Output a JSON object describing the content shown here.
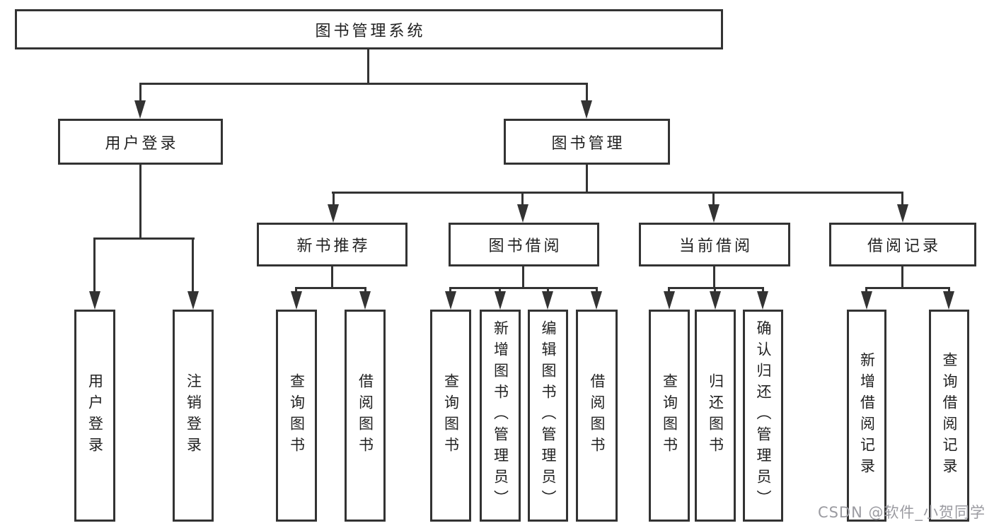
{
  "diagram": {
    "title": "图书管理系统",
    "root": {
      "label": "图书管理系统"
    },
    "level2": [
      {
        "label": "用户登录"
      },
      {
        "label": "图书管理"
      }
    ],
    "level3": [
      {
        "label": "新书推荐"
      },
      {
        "label": "图书借阅"
      },
      {
        "label": "当前借阅"
      },
      {
        "label": "借阅记录"
      }
    ],
    "leaves": {
      "login": [
        {
          "label": "用户登录"
        },
        {
          "label": "注销登录"
        }
      ],
      "new_books": [
        {
          "label": "查询图书"
        },
        {
          "label": "借阅图书"
        }
      ],
      "borrow": [
        {
          "label": "查询图书"
        },
        {
          "label": "新增图书（管理员）"
        },
        {
          "label": "编辑图书（管理员）"
        },
        {
          "label": "借阅图书"
        }
      ],
      "current": [
        {
          "label": "查询图书"
        },
        {
          "label": "归还图书"
        },
        {
          "label": "确认归还（管理员）"
        }
      ],
      "records": [
        {
          "label": "新增借阅记录"
        },
        {
          "label": "查询借阅记录"
        }
      ]
    },
    "watermark": "CSDN @软件_小贺同学",
    "colors": {
      "line": "#333333",
      "text": "#222222",
      "background": "#ffffff",
      "watermark": "#9b9ba1"
    }
  }
}
